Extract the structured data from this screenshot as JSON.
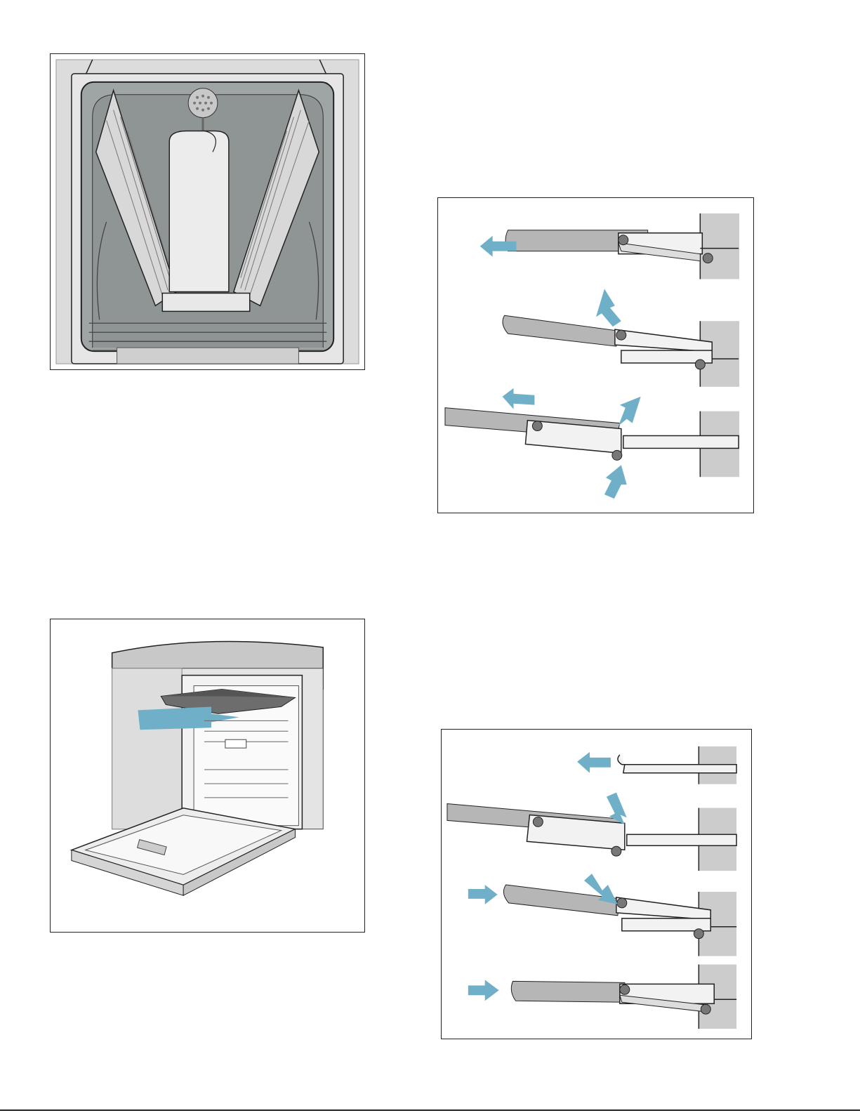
{
  "colors": {
    "arrow": "#6fb0c8",
    "wall": "#c8c8c8",
    "rail": "#b4b4b4",
    "tub": "#9a9fa0",
    "line": "#222222"
  },
  "figures": [
    {
      "id": "rack",
      "depicts": "upper-rack-tilted-inside-tub"
    },
    {
      "id": "door",
      "depicts": "rack-pulled-out-of-open-dishwasher"
    },
    {
      "id": "remove",
      "depicts": "rail-removal-steps",
      "steps": 3
    },
    {
      "id": "insert",
      "depicts": "rail-insertion-steps",
      "steps": 4
    }
  ]
}
